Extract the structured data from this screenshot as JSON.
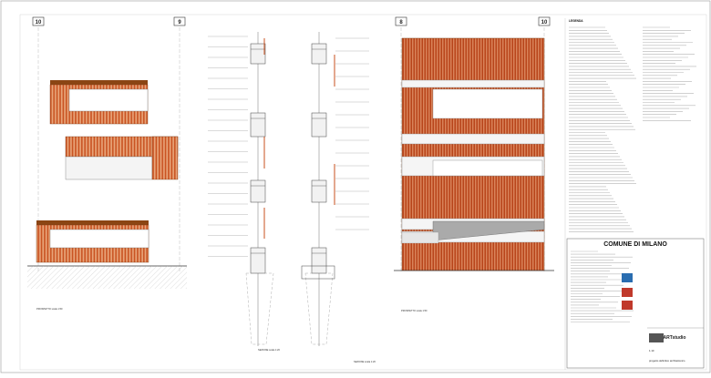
{
  "grid_labels": {
    "left_a": "10",
    "left_b": "9",
    "right_a": "8",
    "right_b": "10"
  },
  "titles": {
    "left_elevation": "PROSPETTO scala 1:50",
    "section": "SEZIONE scala 1:20",
    "right_elevation": "PROSPETTO scala 1:50"
  },
  "legend": {
    "header": "LEGENDA"
  },
  "title_block": {
    "authority": "COMUNE DI MILANO",
    "studio_name": "ARTstudio",
    "sheet_code": "1.10",
    "drawing_type": "progetto definitivo architettonico"
  },
  "colors": {
    "wood": "#c8501f",
    "wood_light": "#e8a57a",
    "brown_top": "#8b4513",
    "glass": "#eef0f2",
    "line": "#555555"
  }
}
